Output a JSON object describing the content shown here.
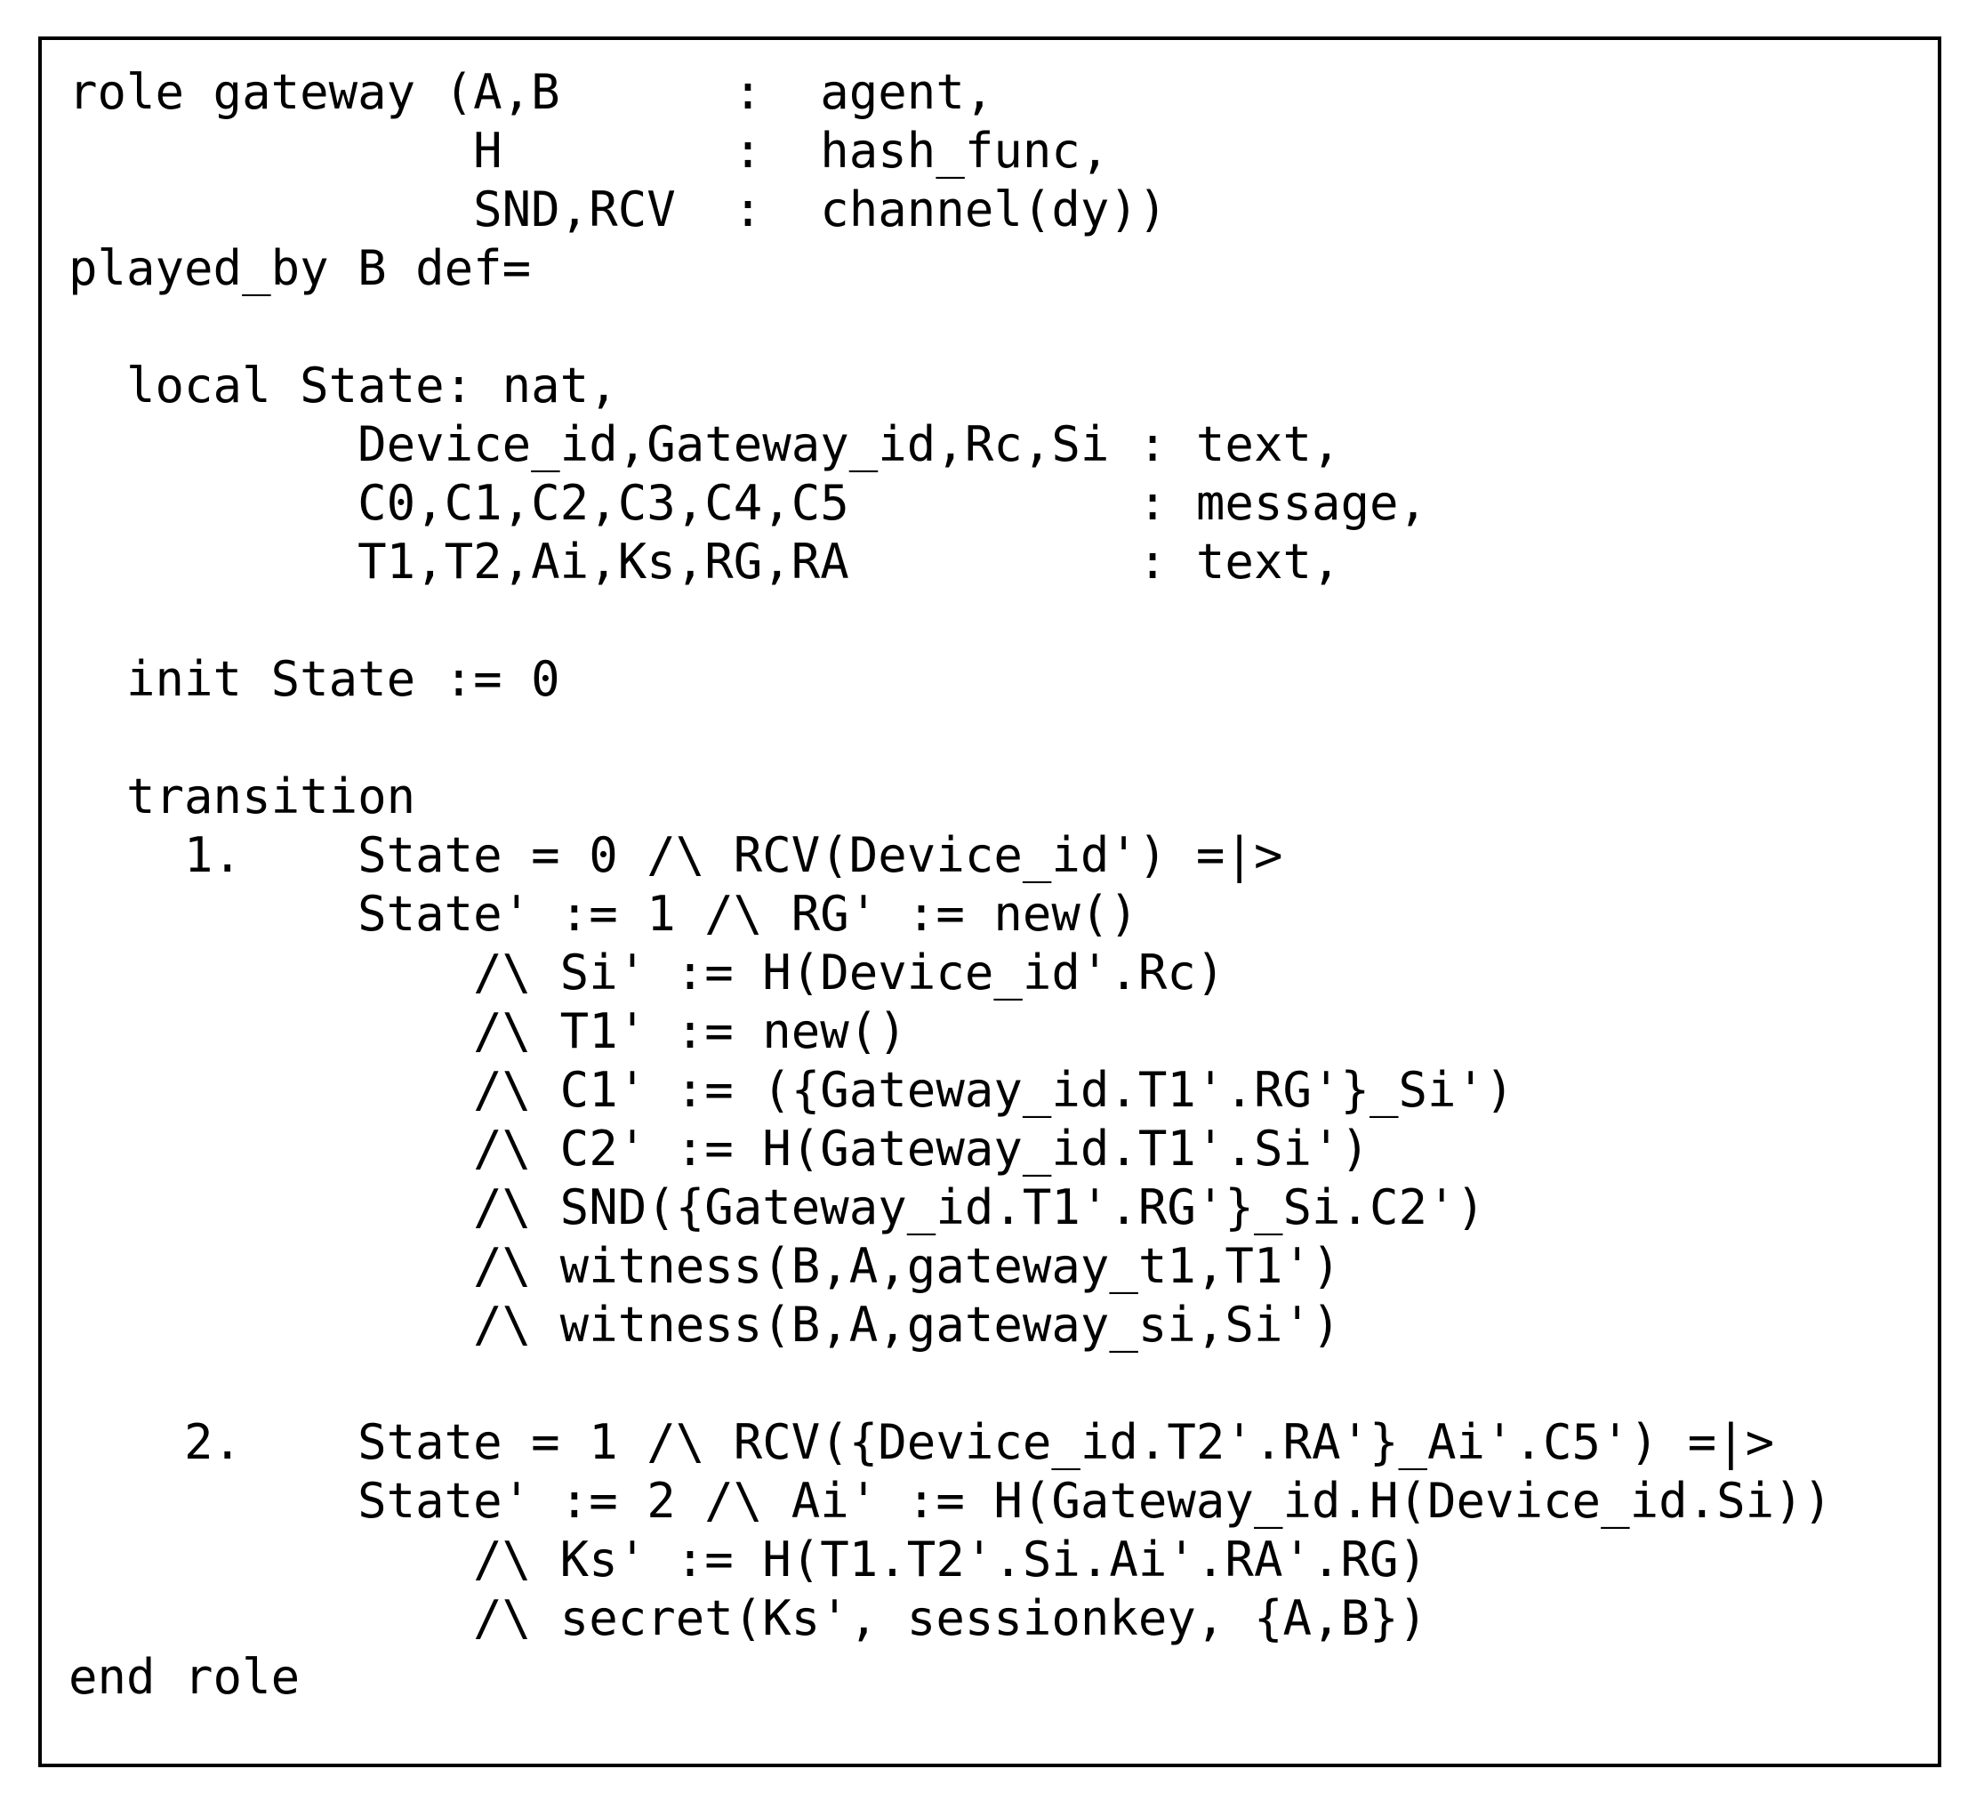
{
  "colors": {
    "background": "#ffffff",
    "border": "#000000",
    "text": "#000000"
  },
  "code_listing": {
    "lines": [
      "role gateway (A,B      :  agent,",
      "              H        :  hash_func,",
      "              SND,RCV  :  channel(dy))",
      "played_by B def=",
      "",
      "  local State: nat,",
      "          Device_id,Gateway_id,Rc,Si : text,",
      "          C0,C1,C2,C3,C4,C5          : message,",
      "          T1,T2,Ai,Ks,RG,RA          : text,",
      "",
      "  init State := 0",
      "",
      "  transition",
      "    1.    State = 0 /\\ RCV(Device_id') =|>",
      "          State' := 1 /\\ RG' := new()",
      "              /\\ Si' := H(Device_id'.Rc)",
      "              /\\ T1' := new()",
      "              /\\ C1' := ({Gateway_id.T1'.RG'}_Si')",
      "              /\\ C2' := H(Gateway_id.T1'.Si')",
      "              /\\ SND({Gateway_id.T1'.RG'}_Si.C2')",
      "              /\\ witness(B,A,gateway_t1,T1')",
      "              /\\ witness(B,A,gateway_si,Si')",
      "",
      "    2.    State = 1 /\\ RCV({Device_id.T2'.RA'}_Ai'.C5') =|>",
      "          State' := 2 /\\ Ai' := H(Gateway_id.H(Device_id.Si))",
      "              /\\ Ks' := H(T1.T2'.Si.Ai'.RA'.RG)",
      "              /\\ secret(Ks', sessionkey, {A,B})",
      "end role"
    ]
  }
}
